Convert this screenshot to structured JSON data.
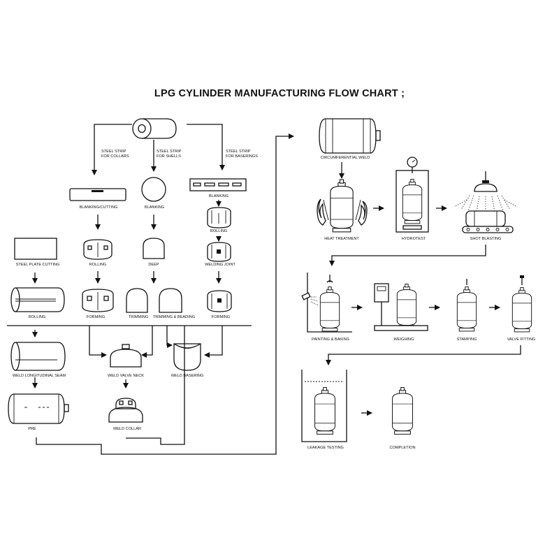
{
  "title": "LPG CYLINDER MANUFACTURING FLOW CHART ;",
  "steps": {
    "strip_collars": [
      "STEEL STRIP",
      "FOR COLLARS"
    ],
    "strip_shells": [
      "STEEL STRIP",
      "FOR SHELLS"
    ],
    "strip_baserings": [
      "STEEL STRIP",
      "FOR BASERINGS"
    ],
    "blanking_cutting": "BLANKING/CUTTING",
    "blanking_shell": "BLANKING",
    "blanking_base": "BLANKING",
    "rolling_base": "ROLLING",
    "steel_plate_cutting": "STEEL PLATE CUTTING",
    "rolling_collar": "ROLLING",
    "deep": "DEEP",
    "welding_joint": "WELDING JOINT",
    "rolling_plate": "ROLLING",
    "forming_collar": "FORMING",
    "trimming": "TRIMMING",
    "trimming_beading": "TRIMMING & BEADING",
    "forming_base": "FORMING",
    "weld_longitudinal_seam": "WELD LONGITUDINAL SEAM",
    "weld_valve_neck": "WELD VALVE NECK",
    "weld_basering": "WELD BASERING",
    "pre": "PRE",
    "weld_collar": "WELD COLLAR",
    "circumferential_weld": "CIRCUMFERENTIAL WELD",
    "heat_treatment": "HEAT TREATMENT",
    "hydrotest": "HYDROTEST",
    "shot_blasting": "SHOT BLASTING",
    "painting_baking": "PAINTING & BAKING",
    "weighing": "WEIGHING",
    "stamping": "STAMPING",
    "valve_fitting": "VALVE FITTING",
    "leakage_testing": "LEAKAGE TESTING",
    "completion": "COMPLETION"
  }
}
